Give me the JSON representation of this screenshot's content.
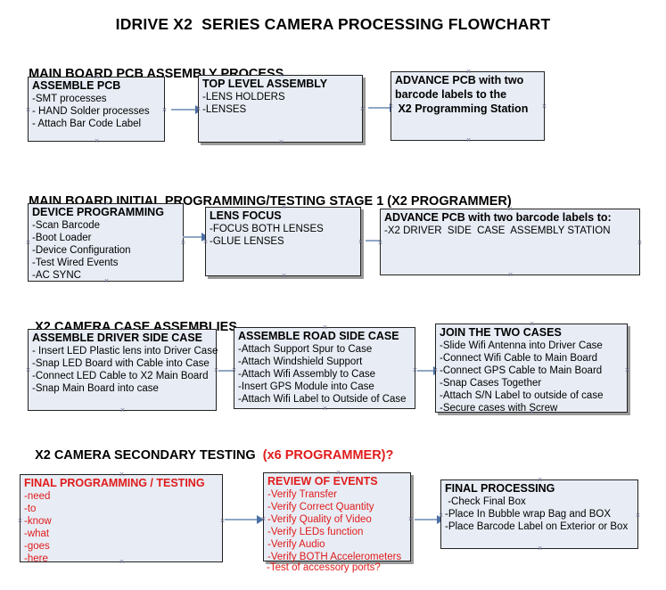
{
  "title": "IDRIVE X2  SERIES CAMERA PROCESSING FLOWCHART",
  "colors": {
    "box_fill": "#e8edf5",
    "box_border": "#222222",
    "accent_red": "#e01b1b",
    "arrow_line": "#8fa7c4",
    "arrow_head": "#4a6fa5"
  },
  "sections": [
    {
      "heading": "MAIN BOARD PCB ASSEMBLY PROCESS",
      "heading_accent": "",
      "boxes": [
        {
          "title": "ASSEMBLE PCB",
          "lines": [
            "-SMT processes",
            "- HAND Solder processes",
            "- Attach Bar Code Label"
          ]
        },
        {
          "title": "TOP LEVEL ASSEMBLY",
          "lines": [
            "-LENS HOLDERS",
            "-LENSES"
          ]
        },
        {
          "title": "ADVANCE PCB with two",
          "lines": [
            "barcode labels to the",
            " X2 Programming Station"
          ]
        }
      ]
    },
    {
      "heading": "MAIN BOARD INITIAL PROGRAMMING/TESTING STAGE 1 (X2 PROGRAMMER)",
      "heading_accent": "",
      "boxes": [
        {
          "title": "DEVICE PROGRAMMING",
          "lines": [
            "-Scan Barcode",
            "-Boot Loader",
            "-Device Configuration",
            "-Test Wired Events",
            "-AC SYNC"
          ]
        },
        {
          "title": "LENS FOCUS",
          "lines": [
            "-FOCUS BOTH LENSES",
            "-GLUE LENSES"
          ]
        },
        {
          "title": "ADVANCE PCB with two barcode labels to:",
          "lines": [
            "-X2 DRIVER  SIDE  CASE  ASSEMBLY STATION"
          ]
        }
      ]
    },
    {
      "heading": "X2 CAMERA CASE ASSEMBLIES",
      "heading_accent": "",
      "boxes": [
        {
          "title": "ASSEMBLE DRIVER SIDE CASE",
          "lines": [
            "- Insert LED Plastic lens into Driver Case",
            "-Snap LED Board with Cable into Case",
            "-Connect LED Cable to X2 Main Board",
            "-Snap Main Board into case"
          ]
        },
        {
          "title": "ASSEMBLE ROAD SIDE CASE",
          "lines": [
            "-Attach Support Spur to Case",
            "-Attach Windshield Support",
            "-Attach Wifi Assembly to Case",
            "-Insert GPS Module into Case",
            "-Attach Wifi Label to Outside of Case"
          ]
        },
        {
          "title": "JOIN THE TWO CASES",
          "lines": [
            "-Slide Wifi Antenna into Driver Case",
            "-Connect Wifi Cable to Main Board",
            "-Connect GPS Cable to Main Board",
            "-Snap Cases Together",
            "-Attach S/N Label to outside of case",
            "-Secure cases with Screw"
          ]
        }
      ]
    },
    {
      "heading": "X2 CAMERA SECONDARY TESTING  ",
      "heading_accent": "(x6 PROGRAMMER)?",
      "boxes": [
        {
          "title": "FINAL PROGRAMMING / TESTING",
          "lines": [
            "-need",
            "-to",
            "-know",
            "-what",
            "-goes",
            "-here"
          ]
        },
        {
          "title": "REVIEW OF EVENTS",
          "lines": [
            "-Verify Transfer",
            "-Verify Correct Quantity",
            "-Verify Quality of Video",
            "-Verify LEDs function",
            "-Verify Audio",
            "-Verify BOTH Accelerometers"
          ],
          "overflow_line": "-Test of accessory ports?"
        },
        {
          "title": "FINAL PROCESSING",
          "lines": [
            " -Check Final Box",
            "-Place In Bubble wrap Bag and BOX",
            "-Place Barcode Label on Exterior or Box"
          ]
        }
      ]
    }
  ]
}
